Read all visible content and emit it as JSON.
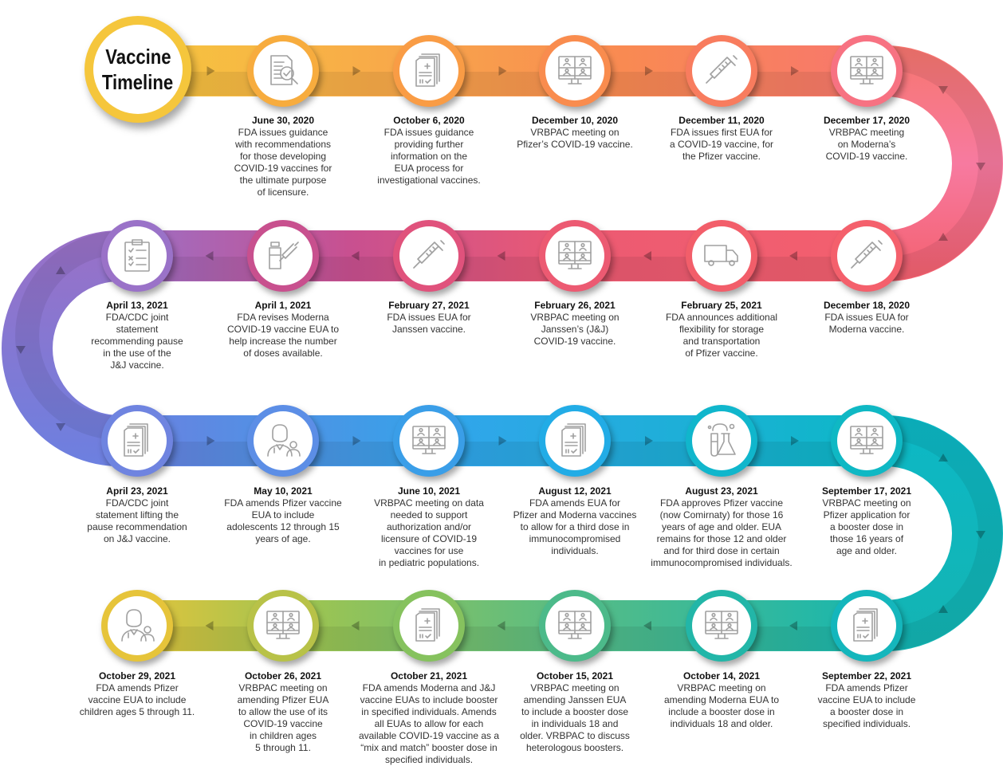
{
  "title": [
    "Vaccine",
    "Timeline"
  ],
  "title_color": "#f5c63c",
  "events": [
    {
      "date": "June 30, 2020",
      "lines": [
        "FDA issues guidance",
        "with recommendations",
        "for those developing",
        "COVID-19 vaccines for",
        "the ultimate purpose",
        "of licensure."
      ],
      "icon": "document-search-icon",
      "color": "#f7ac3e"
    },
    {
      "date": "October 6, 2020",
      "lines": [
        "FDA issues guidance",
        "providing further",
        "information on the",
        "EUA process for",
        "investigational vaccines."
      ],
      "icon": "document-stack-icon",
      "color": "#f99c45"
    },
    {
      "date": "December 10, 2020",
      "lines": [
        "VRBPAC meeting on",
        "Pfizer’s COVID-19 vaccine."
      ],
      "icon": "video-conference-icon",
      "color": "#f98c4e"
    },
    {
      "date": "December 11, 2020",
      "lines": [
        "FDA issues first EUA for",
        "a COVID-19 vaccine, for",
        "the Pfizer vaccine."
      ],
      "icon": "syringe-icon",
      "color": "#f87c5e"
    },
    {
      "date": "December 17, 2020",
      "lines": [
        "VRBPAC meeting",
        "on Moderna’s",
        "COVID-19 vaccine."
      ],
      "icon": "video-conference-icon",
      "color": "#f77282"
    },
    {
      "date": "December 18, 2020",
      "lines": [
        "FDA issues EUA for",
        "Moderna vaccine."
      ],
      "icon": "syringe-icon",
      "color": "#f4606c"
    },
    {
      "date": "February 25, 2021",
      "lines": [
        "FDA announces additional",
        "flexibility for storage",
        "and transportation",
        "of Pfizer vaccine."
      ],
      "icon": "truck-icon",
      "color": "#f25e6a"
    },
    {
      "date": "February 26, 2021",
      "lines": [
        "VRBPAC meeting on",
        "Janssen’s (J&J)",
        "COVID-19 vaccine."
      ],
      "icon": "video-conference-icon",
      "color": "#ec5a72"
    },
    {
      "date": "February 27, 2021",
      "lines": [
        "FDA issues EUA for",
        "Janssen vaccine."
      ],
      "icon": "syringe-icon",
      "color": "#e0527c"
    },
    {
      "date": "April 1, 2021",
      "lines": [
        "FDA revises Moderna",
        "COVID-19 vaccine EUA to",
        "help increase the number",
        "of doses available."
      ],
      "icon": "vial-syringe-icon",
      "color": "#c8508e"
    },
    {
      "date": "April 13, 2021",
      "lines": [
        "FDA/CDC joint",
        "statement",
        "recommending pause",
        "in the use of the",
        "J&J vaccine."
      ],
      "icon": "clipboard-icon",
      "color": "#9a72c8"
    },
    {
      "date": "April 23, 2021",
      "lines": [
        "FDA/CDC joint",
        "statement lifting the",
        "pause recommendation",
        "on J&J vaccine."
      ],
      "icon": "document-stack-icon",
      "color": "#6f84e0"
    },
    {
      "date": "May 10, 2021",
      "lines": [
        "FDA amends Pfizer vaccine",
        "EUA to include",
        "adolescents 12 through 15",
        "years of age."
      ],
      "icon": "doctor-patient-icon",
      "color": "#5c8ee6"
    },
    {
      "date": "June 10, 2021",
      "lines": [
        "VRBPAC meeting on data",
        "needed to support",
        "authorization and/or",
        "licensure of COVID-19",
        "vaccines for use",
        "in pediatric populations."
      ],
      "icon": "video-conference-icon",
      "color": "#3a9ee8"
    },
    {
      "date": "August 12, 2021",
      "lines": [
        "FDA amends EUA for",
        "Pfizer and Moderna vaccines",
        "to allow for a third dose in",
        "immunocompromised",
        "individuals."
      ],
      "icon": "document-stack-icon",
      "color": "#22ace6"
    },
    {
      "date": "August 23, 2021",
      "lines": [
        "FDA approves Pfizer vaccine",
        "(now Comirnaty) for those 16",
        "years of age and older. EUA",
        "remains for those 12 and older",
        "and for third dose in certain",
        "immunocompromised individuals."
      ],
      "icon": "lab-flask-icon",
      "color": "#10b6cc"
    },
    {
      "date": "September 17, 2021",
      "lines": [
        "VRBPAC meeting on",
        "Pfizer application for",
        "a booster dose in",
        "those 16 years of",
        "age and older."
      ],
      "icon": "video-conference-icon",
      "color": "#0fb8c4"
    },
    {
      "date": "September 22, 2021",
      "lines": [
        "FDA amends Pfizer",
        "vaccine EUA to include",
        "a booster dose in",
        "specified individuals."
      ],
      "icon": "document-stack-icon",
      "color": "#14b6bc"
    },
    {
      "date": "October 14, 2021",
      "lines": [
        "VRBPAC meeting on",
        "amending Moderna EUA to",
        "include a booster dose in",
        "individuals 18 and older."
      ],
      "icon": "video-conference-icon",
      "color": "#22b6a8"
    },
    {
      "date": "October 15, 2021",
      "lines": [
        "VRBPAC meeting on",
        "amending Janssen EUA",
        "to include a booster dose",
        "in individuals 18 and",
        "older. VRBPAC to discuss",
        "heterologous boosters."
      ],
      "icon": "video-conference-icon",
      "color": "#4cba8a"
    },
    {
      "date": "October 21, 2021",
      "lines": [
        "FDA amends Moderna and J&J",
        "vaccine EUAs to include booster",
        "in specified individuals. Amends",
        "all EUAs to allow for each",
        "available COVID-19 vaccine as a",
        "“mix and match” booster dose in",
        "specified individuals."
      ],
      "icon": "document-stack-icon",
      "color": "#86c25e"
    },
    {
      "date": "October 26, 2021",
      "lines": [
        "VRBPAC meeting on",
        "amending Pfizer EUA",
        "to allow the use of its",
        "COVID-19 vaccine",
        "in children ages",
        "5 through 11."
      ],
      "icon": "video-conference-icon",
      "color": "#b8c248"
    },
    {
      "date": "October 29, 2021",
      "lines": [
        "FDA amends Pfizer",
        "vaccine EUA to include",
        "children ages 5 through 11."
      ],
      "icon": "doctor-patient-icon",
      "color": "#e6c43a"
    }
  ]
}
